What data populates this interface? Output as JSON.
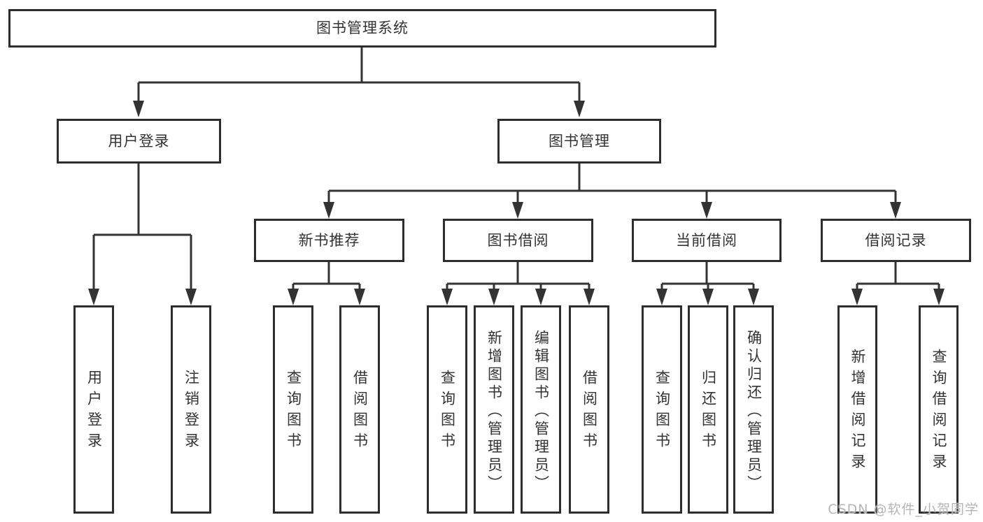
{
  "diagram": {
    "root": "图书管理系统",
    "branches": [
      {
        "label": "用户登录",
        "children": [
          "用户登录",
          "注销登录"
        ]
      },
      {
        "label": "图书管理",
        "sections": [
          {
            "label": "新书推荐",
            "children": [
              "查询图书",
              "借阅图书"
            ]
          },
          {
            "label": "图书借阅",
            "children": [
              "查询图书",
              "新增图书（管理员）",
              "编辑图书（管理员）",
              "借阅图书"
            ]
          },
          {
            "label": "当前借阅",
            "children": [
              "查询图书",
              "归还图书",
              "确认归还（管理员）"
            ]
          },
          {
            "label": "借阅记录",
            "children": [
              "新增借阅记录",
              "查询借阅记录"
            ]
          }
        ]
      }
    ],
    "line_color": "#333333",
    "box_border_color": "#2d2d2d",
    "box_fill_color": "#ffffff",
    "text_color": "#333333"
  },
  "watermark": {
    "text": "CSDN @软件_小贺同学",
    "color": "#b5b5b5"
  }
}
